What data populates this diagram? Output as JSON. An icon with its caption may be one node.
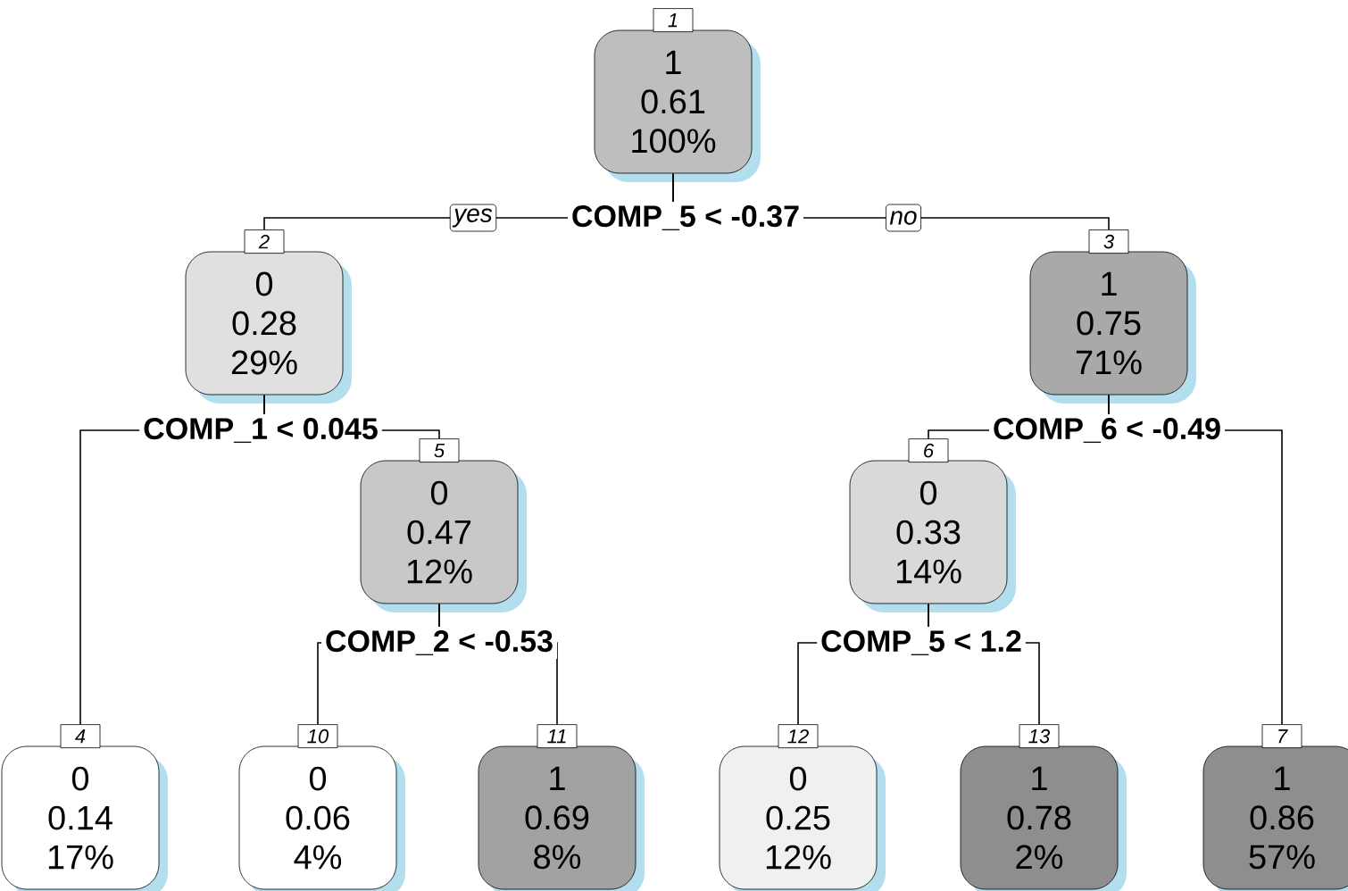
{
  "diagram": {
    "nodes": [
      {
        "text": [
          "1",
          "0.61",
          "100%"
        ],
        "beside": [
          "1"
        ]
      },
      {
        "text": [
          "0",
          "0.28",
          "29%"
        ],
        "beside": [
          "2"
        ]
      },
      {
        "text": [
          "1",
          "0.75",
          "71%"
        ],
        "beside": [
          "3"
        ]
      },
      {
        "text": [
          "0",
          "0.47",
          "12%"
        ],
        "beside": [
          "5"
        ]
      },
      {
        "text": [
          "0",
          "0.33",
          "14%"
        ],
        "beside": [
          "6"
        ]
      },
      {
        "text": [
          "0",
          "0.14",
          "17%"
        ],
        "beside": [
          "4"
        ]
      },
      {
        "text": [
          "0",
          "0.06",
          "4%"
        ],
        "beside": [
          "10"
        ]
      },
      {
        "text": [
          "1",
          "0.69",
          "8%"
        ],
        "beside": [
          "11"
        ]
      },
      {
        "text": [
          "0",
          "0.25",
          "12%"
        ],
        "beside": [
          "12"
        ]
      },
      {
        "text": [
          "1",
          "0.78",
          "2%"
        ],
        "beside": [
          "13"
        ]
      },
      {
        "text": [
          "1",
          "0.86",
          "57%"
        ],
        "beside": [
          "7"
        ]
      }
    ],
    "edges": [
      {
        "from": 0,
        "to": 1,
        "arrow": "none",
        "label": "yes"
      },
      {
        "from": 0,
        "to": 2,
        "arrow": "none",
        "label": "no"
      },
      {
        "from": 1,
        "to": 5,
        "arrow": "none"
      },
      {
        "from": 1,
        "to": 3,
        "arrow": "none"
      },
      {
        "from": 2,
        "to": 4,
        "arrow": "none"
      },
      {
        "from": 2,
        "to": 10,
        "arrow": "none"
      },
      {
        "from": 3,
        "to": 6,
        "arrow": "none"
      },
      {
        "from": 3,
        "to": 7,
        "arrow": "none"
      },
      {
        "from": 4,
        "to": 8,
        "arrow": "none"
      },
      {
        "from": 4,
        "to": 9,
        "arrow": "none"
      }
    ],
    "labels": [
      "COMP_5 < -0.37",
      "COMP_1 < 0.045",
      "COMP_6 < -0.49",
      "COMP_2 < -0.53",
      "COMP_5 < 1.2"
    ]
  }
}
